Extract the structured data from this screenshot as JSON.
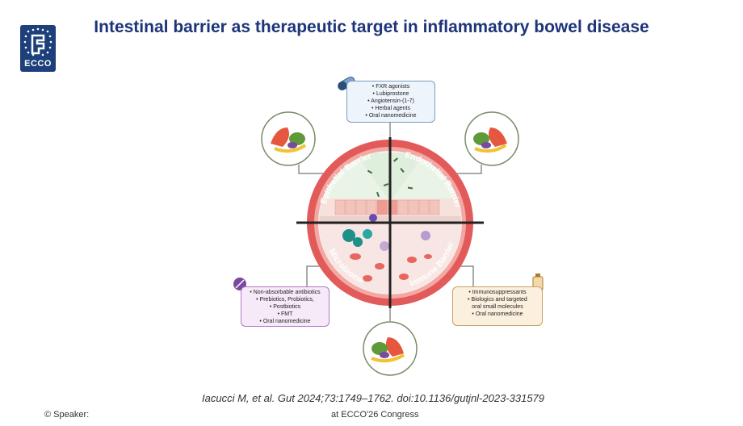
{
  "header": {
    "logo_text": "ECCO",
    "title": "Intestinal barrier as therapeutic target in inflammatory bowel disease"
  },
  "diagram": {
    "quadrants": [
      {
        "label": "Epithelial Barrier"
      },
      {
        "label": "Endothelial Barrier"
      },
      {
        "label": "Microbiome"
      },
      {
        "label": "Immune Barrier"
      }
    ],
    "top_box": {
      "icon": "capsule-icon",
      "items": [
        "FXR agonists",
        "Lubiprostone",
        "Angiotensin-(1-7)",
        "Herbal agents",
        "Oral nanomedicine"
      ]
    },
    "left_box": {
      "icon": "pill-icon",
      "items": [
        "Non-absorbable antibiotics",
        "Prebiotics, Probiotics,",
        "Postbiotics",
        "FMT",
        "Oral nanomedicine"
      ]
    },
    "right_box": {
      "icon": "iv-bag-icon",
      "items": [
        "• Immunosuppressants",
        "• Biologics and targeted",
        "oral small molecules",
        "• Oral nanomedicine"
      ]
    },
    "food_circles": [
      "food-icon",
      "food-icon",
      "food-icon"
    ],
    "colors": {
      "ring": "#e35a5a",
      "ring_light": "#f3a9a3",
      "crosshair": "#222222"
    }
  },
  "footer": {
    "citation": "Iacucci M, et al. Gut 2024;73:1749–1762. doi:10.1136/gutjnl-2023-331579",
    "speaker": "© Speaker:",
    "congress": "at ECCO'26 Congress"
  }
}
